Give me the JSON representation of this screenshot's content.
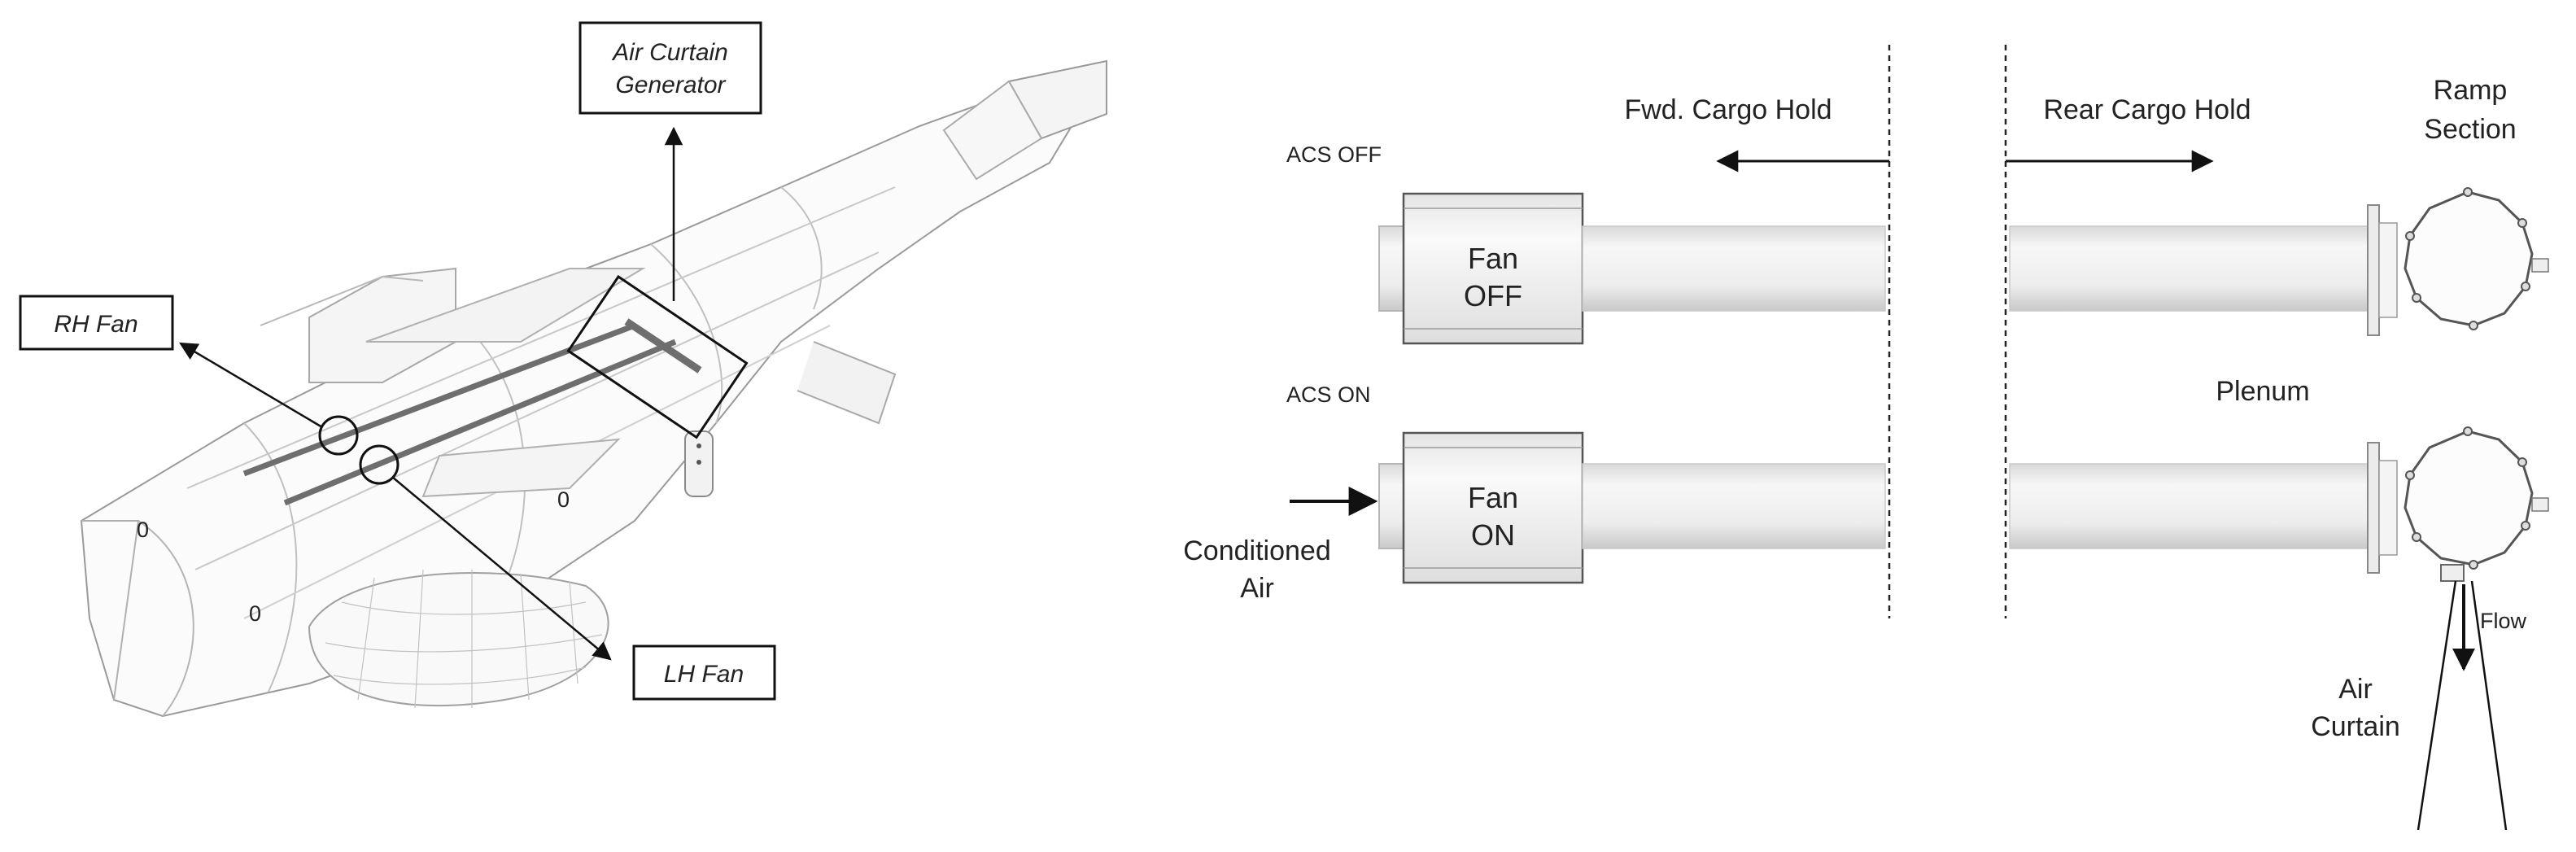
{
  "aircraft": {
    "callouts": {
      "air_curtain_generator": [
        "Air Curtain",
        "Generator"
      ],
      "rh_fan": "RH Fan",
      "lh_fan": "LH Fan"
    },
    "marker_glyph": "0"
  },
  "schematic": {
    "zones": {
      "fwd_cargo_hold": "Fwd. Cargo Hold",
      "rear_cargo_hold": "Rear Cargo Hold",
      "ramp_section": [
        "Ramp",
        "Section"
      ]
    },
    "acs_off": {
      "state_label": "ACS OFF",
      "fan_text": [
        "Fan",
        "OFF"
      ]
    },
    "acs_on": {
      "state_label": "ACS ON",
      "fan_text": [
        "Fan",
        "ON"
      ],
      "inlet_label": [
        "Conditioned",
        "Air"
      ]
    },
    "plenum_label": "Plenum",
    "flow_label": "Flow",
    "air_curtain_label": [
      "Air",
      "Curtain"
    ]
  }
}
